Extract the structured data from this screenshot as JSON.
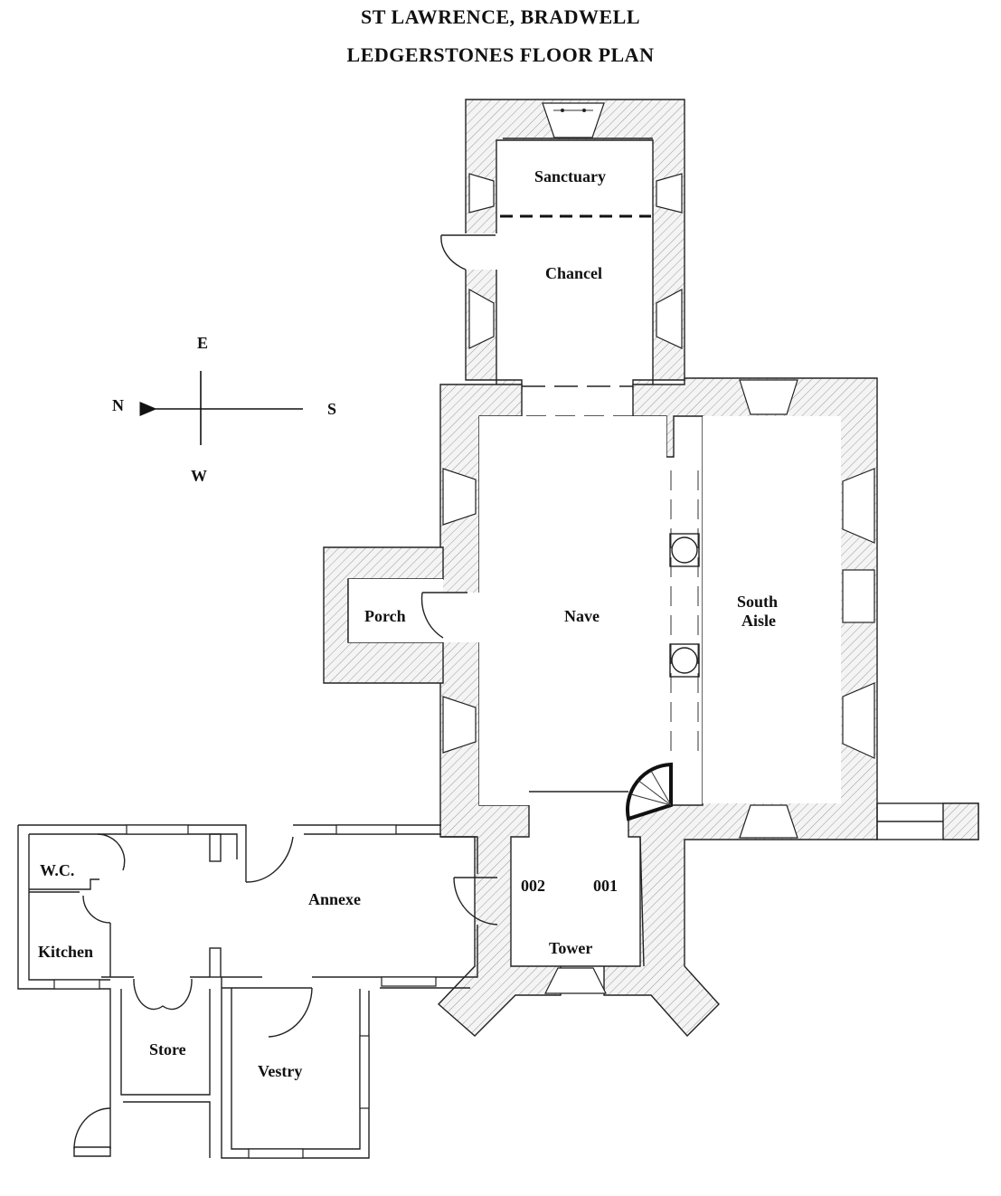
{
  "header": {
    "title_line1": "ST LAWRENCE, BRADWELL",
    "title_line2": "LEDGERSTONES FLOOR PLAN"
  },
  "compass": {
    "north": "N",
    "south": "S",
    "east": "E",
    "west": "W"
  },
  "rooms": {
    "sanctuary": "Sanctuary",
    "chancel": "Chancel",
    "nave": "Nave",
    "south_aisle_line1": "South",
    "south_aisle_line2": "Aisle",
    "porch": "Porch",
    "annexe": "Annexe",
    "wc": "W.C.",
    "kitchen": "Kitchen",
    "store": "Store",
    "vestry": "Vestry",
    "tower": "Tower"
  },
  "ledgerstones": [
    "002",
    "001"
  ]
}
